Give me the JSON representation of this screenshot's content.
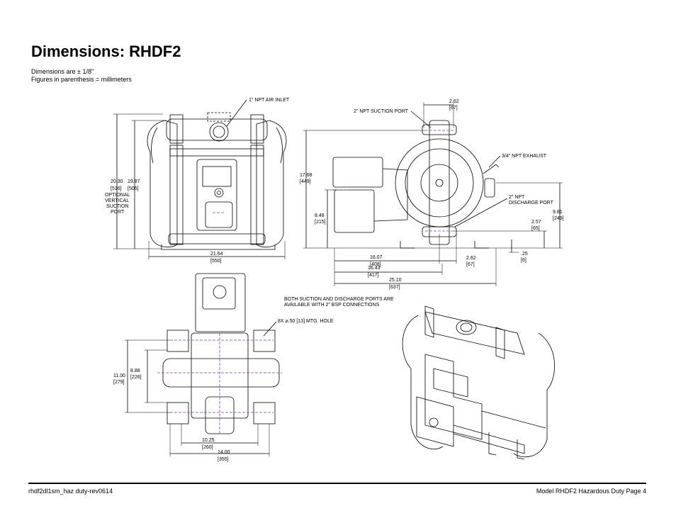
{
  "page": {
    "title": "Dimensions: RHDF2",
    "note_tolerance": "Dimensions are ± 1/8\"",
    "note_units": "Figures in parenthesis = millimeters"
  },
  "front_view": {
    "air_inlet": "1\" NPT AIR INLET",
    "height_total": "20.30",
    "height_total_mm": "[516]",
    "height_port": "19.87",
    "height_port_mm": "[505]",
    "optional_line1": "OPTIONAL",
    "optional_line2": "VERTICAL",
    "optional_line3": "SUCTION",
    "optional_line4": "PORT",
    "width": "21.64",
    "width_mm": "[550]"
  },
  "side_view": {
    "suction_port": "2\" NPT SUCTION PORT",
    "suction_offset": "2.62",
    "suction_offset_mm": "[67]",
    "exhaust": "3/4\" NPT EXHAUST",
    "discharge_line1": "2\" NPT",
    "discharge_line2": "DISCHARGE PORT",
    "height_top": "17.68",
    "height_top_mm": "[449]",
    "height_mid": "8.48",
    "height_mid_mm": "[215]",
    "height_discharge": "9.81",
    "height_discharge_mm": "[249]",
    "height_low": "2.57",
    "height_low_mm": "[65]",
    "foot": ".25",
    "foot_mm": "[6]",
    "len_a": "16.07",
    "len_a_mm": "[408]",
    "discharge_offset": "2.62",
    "discharge_offset_mm": "[67]",
    "len_b": "16.43",
    "len_b_mm": "[417]",
    "len_total": "25.10",
    "len_total_mm": "[637]"
  },
  "top_view": {
    "bsp_line1": "BOTH SUCTION AND DISCHARGE PORTS ARE",
    "bsp_line2": "AVAILABLE WITH 2\" BSP CONNECTIONS",
    "mount_hole": "8X ⌀.50 [13] MTG. HOLE",
    "depth_outer": "11.00",
    "depth_outer_mm": "[279]",
    "depth_inner": "8.88",
    "depth_inner_mm": "[226]",
    "width_inner": "10.25",
    "width_inner_mm": "[260]",
    "width_outer": "14.00",
    "width_outer_mm": "[355]"
  },
  "footer": {
    "doc_id": "rhdf2dl1sm_haz duty-rev0614",
    "page_label": "Model RHDF2 Hazardous Duty Page 4"
  },
  "colors": {
    "ink": "#000000",
    "centerline": "#7a3fd0"
  }
}
